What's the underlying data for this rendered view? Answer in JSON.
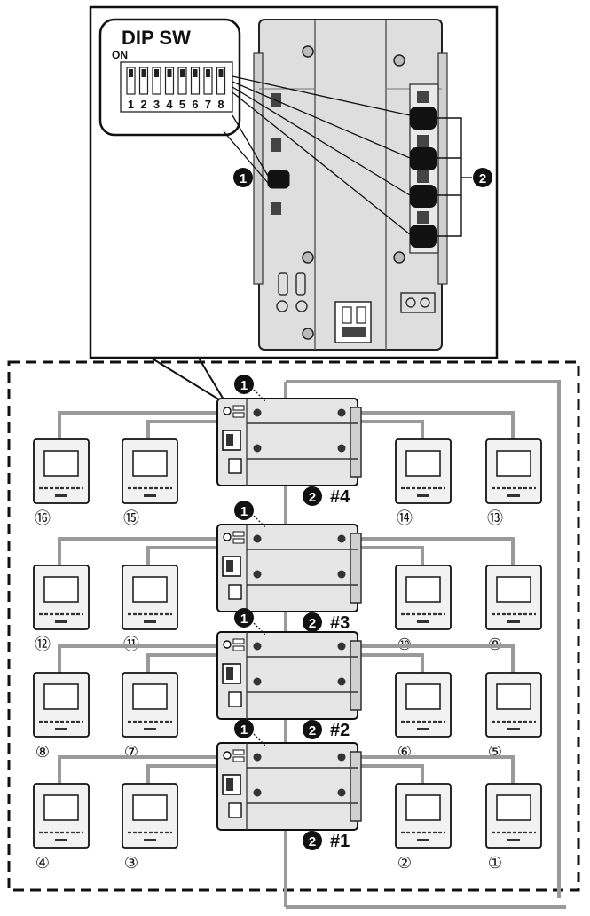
{
  "dip_switch": {
    "title": "DIP SW",
    "on_label": "ON",
    "positions": [
      "1",
      "2",
      "3",
      "4",
      "5",
      "6",
      "7",
      "8"
    ]
  },
  "callouts": {
    "marker_1": "1",
    "marker_2": "2"
  },
  "modules": [
    {
      "id": "#4"
    },
    {
      "id": "#3"
    },
    {
      "id": "#2"
    },
    {
      "id": "#1"
    }
  ],
  "monitors": {
    "row_4": [
      "⑯",
      "⑮",
      "⑭",
      "⑬"
    ],
    "row_3": [
      "⑫",
      "⑪",
      "⑩",
      "⑨"
    ],
    "row_2": [
      "⑧",
      "⑦",
      "⑥",
      "⑤"
    ],
    "row_1": [
      "④",
      "③",
      "②",
      "①"
    ]
  },
  "colors": {
    "line": "#111111",
    "wire": "#9a9a9a",
    "device_fill": "#e6e6e6",
    "device_dark": "#3a3a3a"
  }
}
